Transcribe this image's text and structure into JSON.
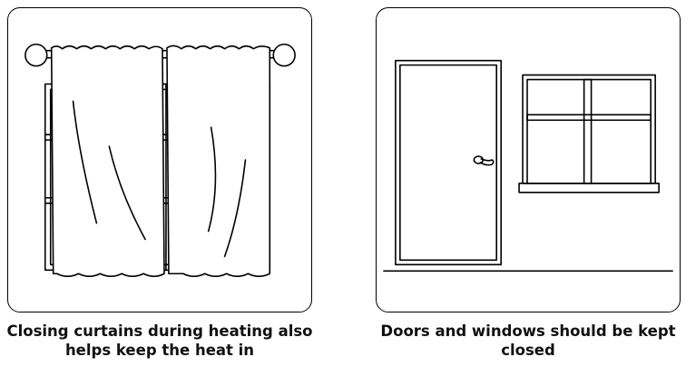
{
  "illustrations": [
    {
      "id": "curtains",
      "caption_lines": [
        "Closing curtains during heating also",
        "helps keep the heat in"
      ]
    },
    {
      "id": "door-window",
      "caption_lines": [
        "Doors and windows should be kept",
        "closed"
      ]
    }
  ],
  "colors": {
    "line": "#000000",
    "background": "#ffffff"
  }
}
